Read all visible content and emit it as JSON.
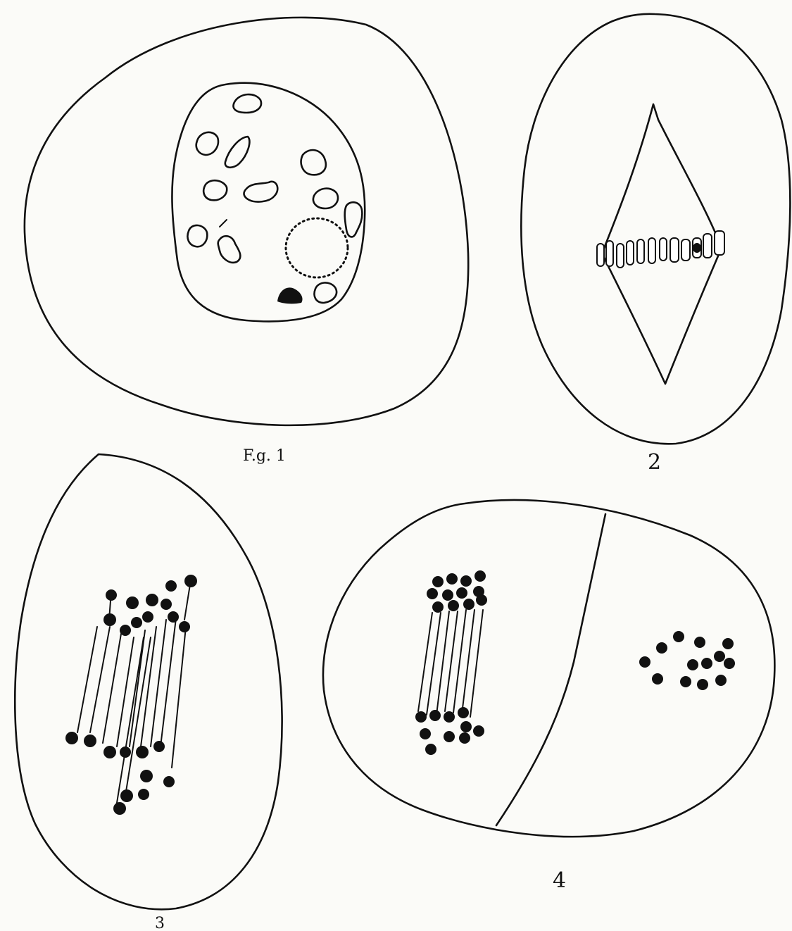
{
  "figures": [
    {
      "id": "fig1",
      "label": "F.g. 1"
    },
    {
      "id": "fig2",
      "label": "2"
    },
    {
      "id": "fig3",
      "label": "3"
    },
    {
      "id": "fig4",
      "label": "4"
    }
  ],
  "colors": {
    "ink": "#111111",
    "paper": "#fbfbf8",
    "stipple": "#bdbdb0"
  }
}
